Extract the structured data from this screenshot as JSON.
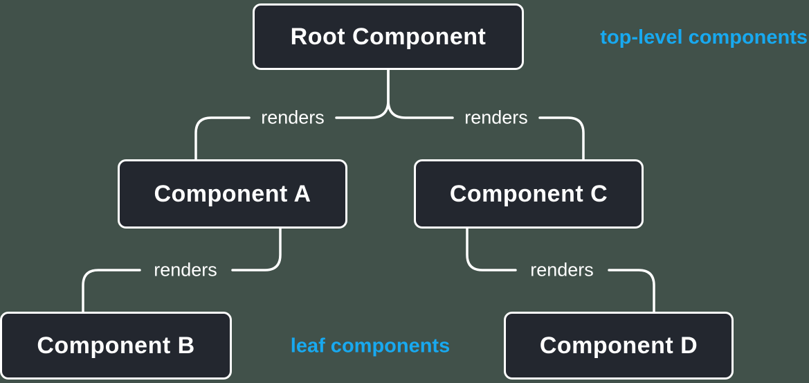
{
  "diagram": {
    "nodes": {
      "root": {
        "label": "Root Component"
      },
      "a": {
        "label": "Component A"
      },
      "b": {
        "label": "Component B"
      },
      "c": {
        "label": "Component C"
      },
      "d": {
        "label": "Component D"
      }
    },
    "edges": {
      "root_a": {
        "label": "renders"
      },
      "root_c": {
        "label": "renders"
      },
      "a_b": {
        "label": "renders"
      },
      "c_d": {
        "label": "renders"
      }
    },
    "annotations": {
      "top": {
        "label": "top-level components"
      },
      "bottom": {
        "label": "leaf components"
      }
    },
    "colors": {
      "background": "#41514a",
      "node_bg": "#23272f",
      "node_border": "#ffffff",
      "node_text": "#ffffff",
      "edge": "#ffffff",
      "annotation": "#18a9f0"
    }
  }
}
